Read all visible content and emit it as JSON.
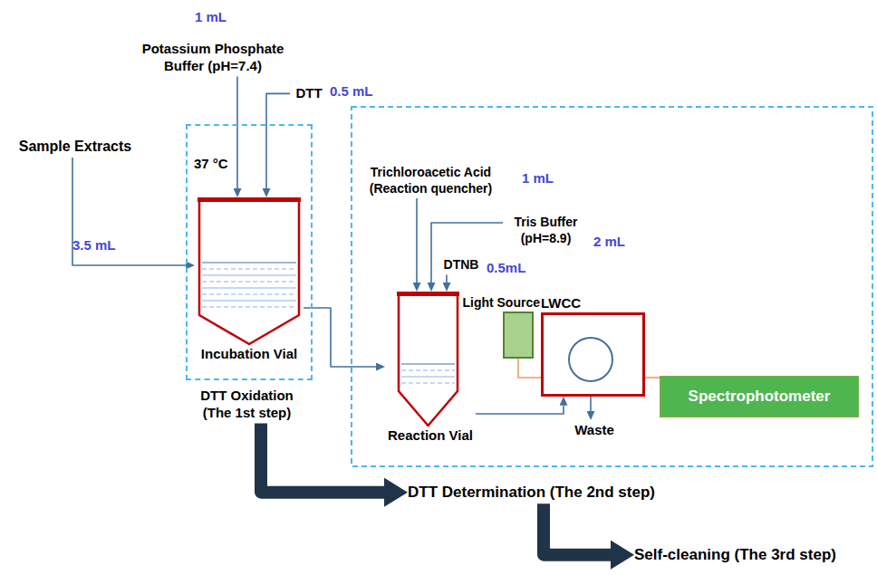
{
  "diagram": {
    "nodes": [
      {
        "text": [
          "Potassium Phosphate Buffer (pH=7.4)"
        ]
      },
      {
        "text": [
          "DTT"
        ]
      },
      {
        "text": [
          "Sample Extracts"
        ]
      },
      {
        "text": [
          "DTT Oxidation (The 1st step)"
        ]
      },
      {
        "text": [
          "Incubation Vial"
        ],
        "in": 3
      },
      {
        "text": [
          "Trichloroacetic Acid (Reaction quencher)"
        ]
      },
      {
        "text": [
          "Tris Buffer (pH=8.9)"
        ]
      },
      {
        "text": [
          "DTNB"
        ]
      },
      {
        "text": [
          "Reaction Vial"
        ]
      },
      {
        "text": [
          "Light Source"
        ]
      },
      {
        "text": [
          "LWCC"
        ]
      },
      {
        "text": [
          "Spectrophotometer"
        ]
      },
      {
        "text": [
          "Waste"
        ]
      },
      {
        "text": [
          "DTT Determination (The 2nd step)"
        ]
      },
      {
        "text": [
          "Self-cleaning (The 3rd step)"
        ]
      }
    ],
    "edges": [
      {
        "from": 2,
        "to": 4,
        "arrow": "to"
      },
      {
        "from": 0,
        "to": 4,
        "arrow": "to"
      },
      {
        "from": 1,
        "to": 4,
        "arrow": "to"
      },
      {
        "from": 4,
        "to": 8,
        "arrow": "to"
      },
      {
        "from": 5,
        "to": 8,
        "arrow": "to"
      },
      {
        "from": 6,
        "to": 8,
        "arrow": "to"
      },
      {
        "from": 7,
        "to": 8,
        "arrow": "to"
      },
      {
        "from": 8,
        "to": 10,
        "arrow": "to"
      },
      {
        "from": 10,
        "to": 12,
        "arrow": "to"
      },
      {
        "from": 9,
        "to": 10,
        "arrow": "none"
      },
      {
        "from": 10,
        "to": 11,
        "arrow": "none"
      },
      {
        "from": 3,
        "to": 13,
        "arrow": "to"
      },
      {
        "from": 13,
        "to": 14,
        "arrow": "to"
      }
    ],
    "labels": [
      "1 mL",
      "0.5 mL",
      "3.5 mL",
      "37 °C",
      "1 mL",
      "2 mL",
      "0.5mL"
    ]
  }
}
